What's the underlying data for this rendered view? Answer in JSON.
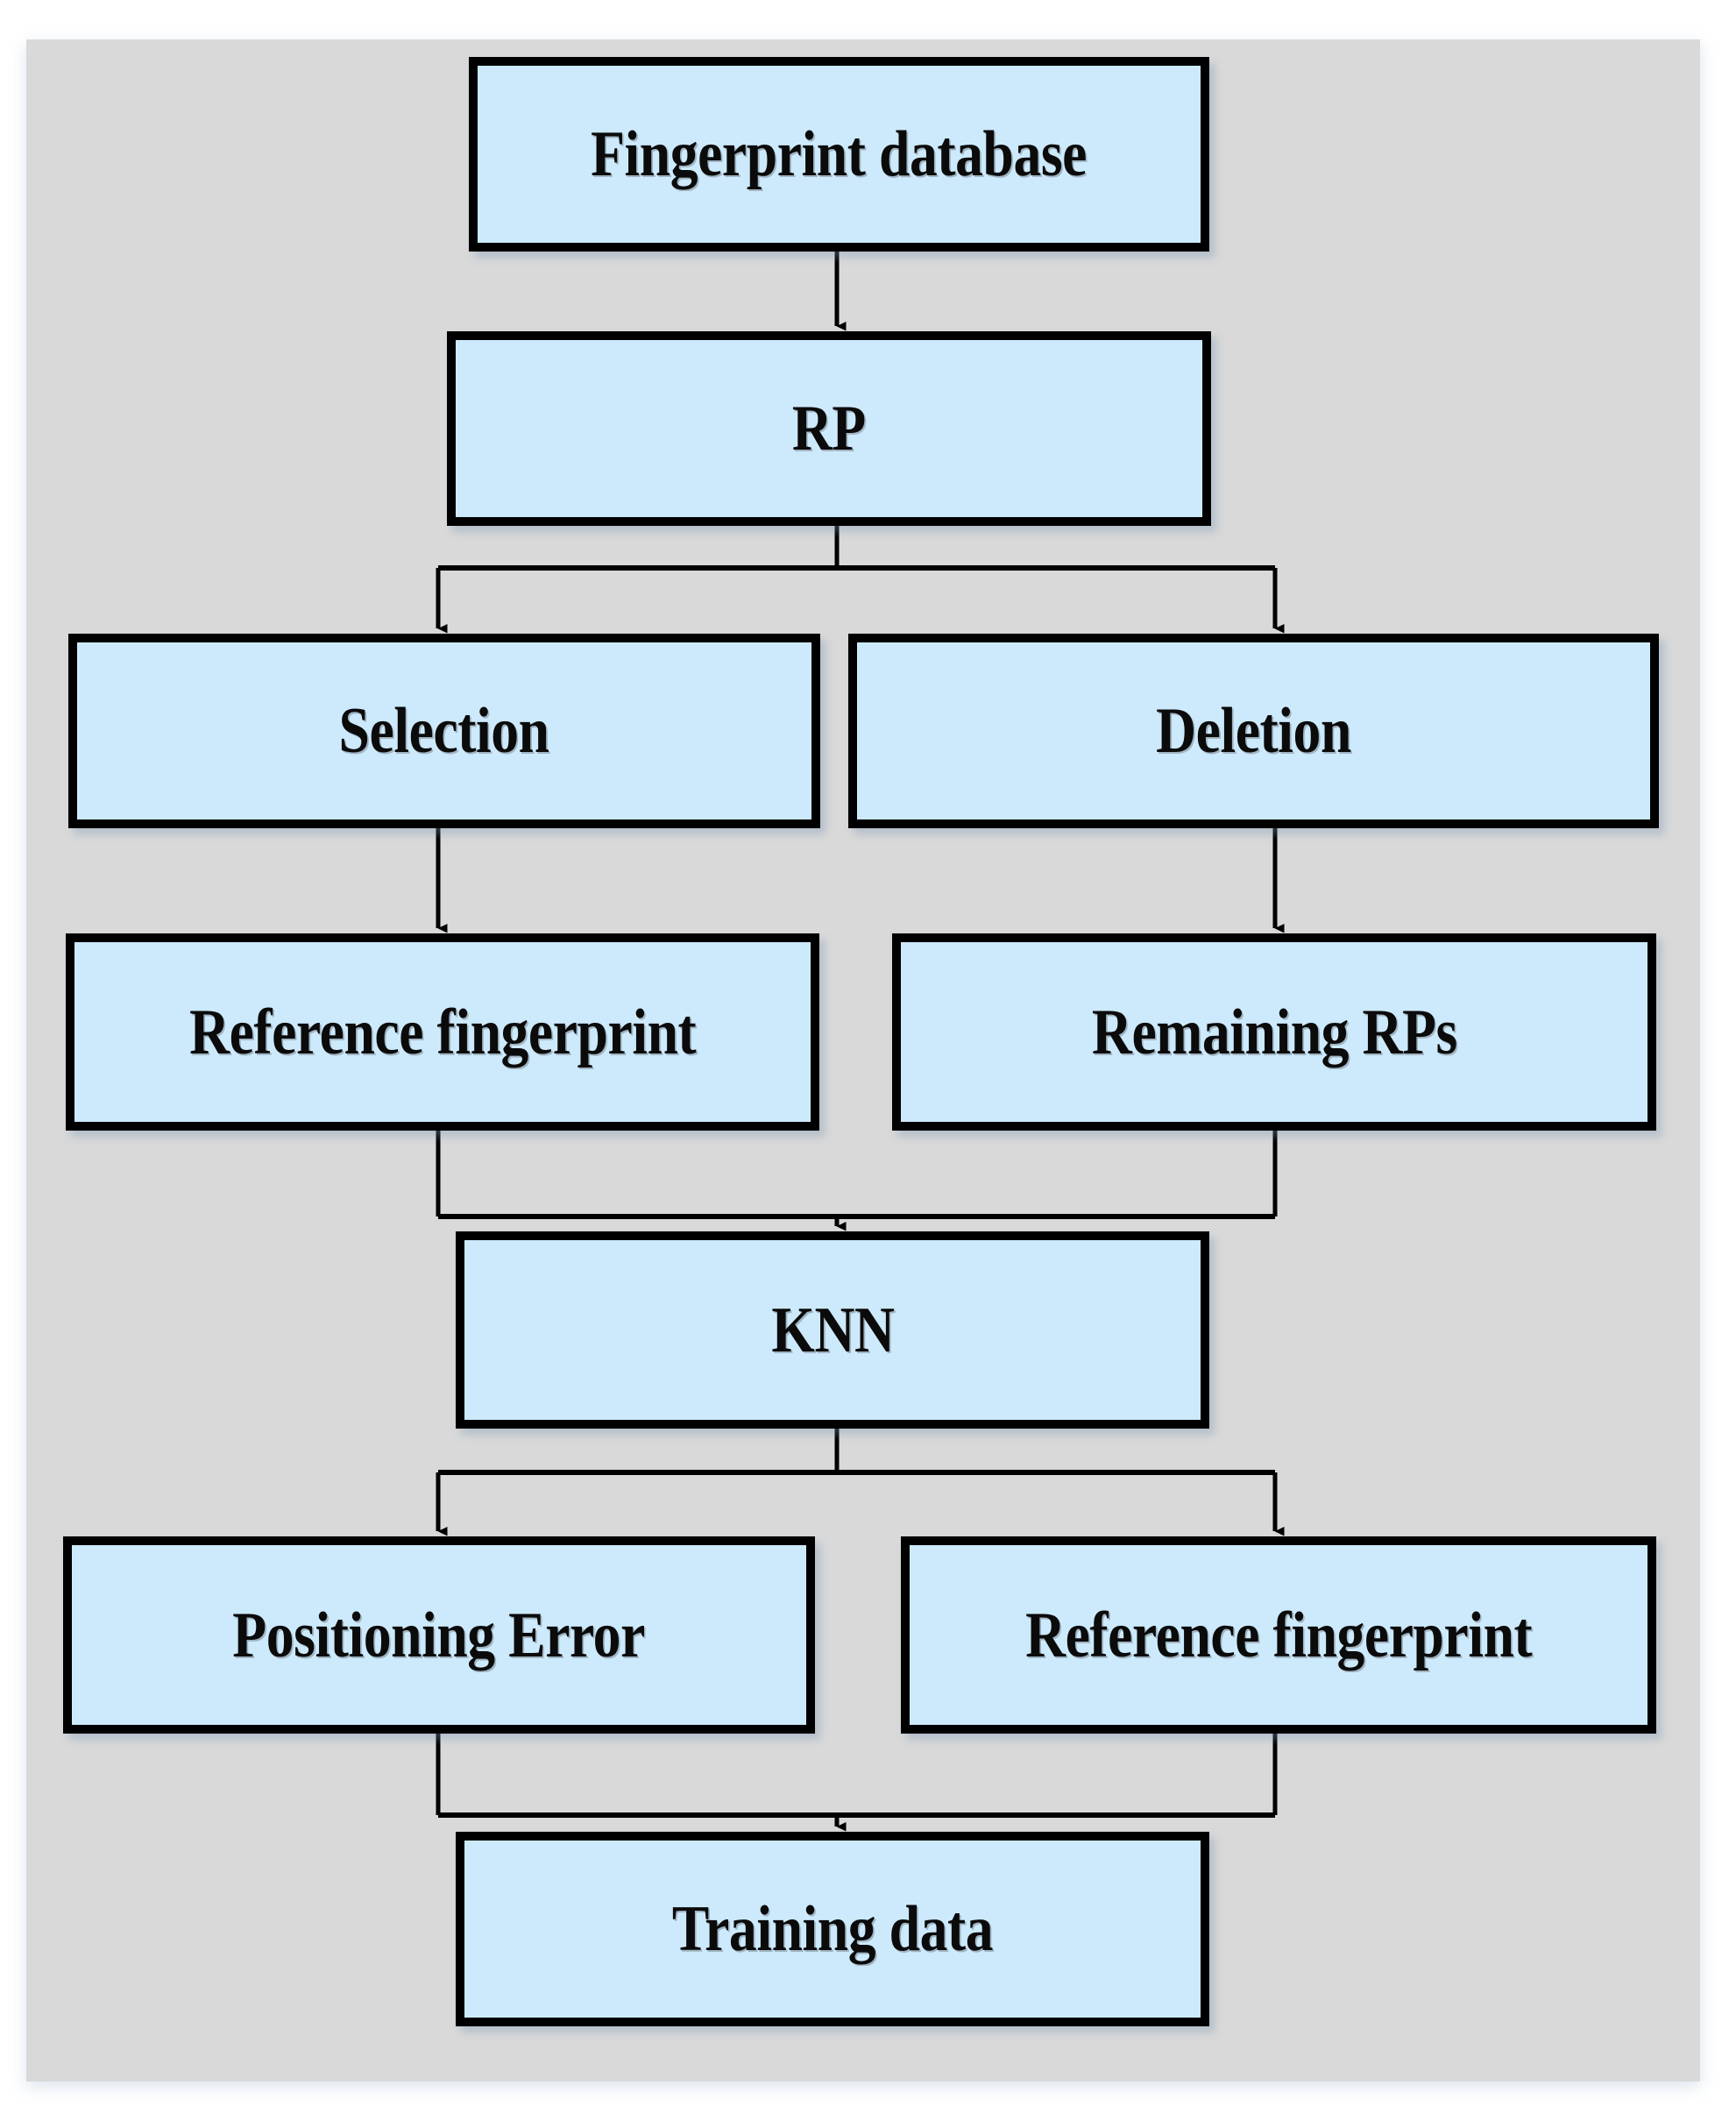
{
  "diagram": {
    "title": "Fingerprint database training-data construction flowchart",
    "background_color": "#d9d9d9",
    "node_fill_color": "#cdeafd",
    "node_border_color": "#000000",
    "connector_color": "#000000",
    "nodes": [
      {
        "id": "fingerprint-database",
        "label": "Fingerprint database",
        "row": 1
      },
      {
        "id": "rp",
        "label": "RP",
        "row": 2
      },
      {
        "id": "selection",
        "label": "Selection",
        "row": 3
      },
      {
        "id": "deletion",
        "label": "Deletion",
        "row": 3
      },
      {
        "id": "reference-fingerprint-1",
        "label": "Reference fingerprint",
        "row": 4
      },
      {
        "id": "remaining-rps",
        "label": "Remaining RPs",
        "row": 4
      },
      {
        "id": "knn",
        "label": "KNN",
        "row": 5
      },
      {
        "id": "positioning-error",
        "label": "Positioning Error",
        "row": 6
      },
      {
        "id": "reference-fingerprint-2",
        "label": "Reference fingerprint",
        "row": 6
      },
      {
        "id": "training-data",
        "label": "Training data",
        "row": 7
      }
    ],
    "edges": [
      {
        "from": "fingerprint-database",
        "to": "rp",
        "style": "straight-arrow"
      },
      {
        "from": "rp",
        "to": "selection",
        "style": "split-arrow"
      },
      {
        "from": "rp",
        "to": "deletion",
        "style": "split-arrow"
      },
      {
        "from": "selection",
        "to": "reference-fingerprint-1",
        "style": "straight-arrow"
      },
      {
        "from": "deletion",
        "to": "remaining-rps",
        "style": "straight-arrow"
      },
      {
        "from": "reference-fingerprint-1",
        "to": "knn",
        "style": "merge-arrow"
      },
      {
        "from": "remaining-rps",
        "to": "knn",
        "style": "merge-arrow"
      },
      {
        "from": "knn",
        "to": "positioning-error",
        "style": "split-arrow"
      },
      {
        "from": "knn",
        "to": "reference-fingerprint-2",
        "style": "split-arrow"
      },
      {
        "from": "positioning-error",
        "to": "training-data",
        "style": "merge-arrow"
      },
      {
        "from": "reference-fingerprint-2",
        "to": "training-data",
        "style": "merge-arrow"
      }
    ]
  }
}
